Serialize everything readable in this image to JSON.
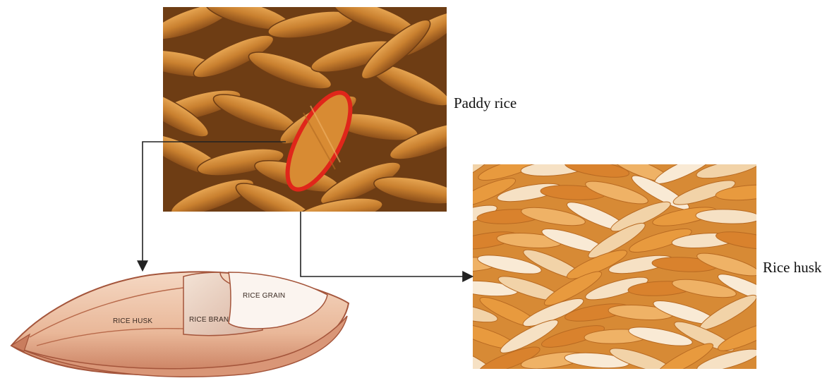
{
  "labels": {
    "paddy_rice": "Paddy rice",
    "rice_husk_photo": "Rice husk",
    "grain_husk": "RICE HUSK",
    "grain_bran": "RICE BRAN",
    "grain_grain": "RICE GRAIN"
  },
  "colors": {
    "paddy_grain": "#c9802f",
    "paddy_shadow": "#6e3d14",
    "husk_light": "#f0d2a6",
    "husk_orange": "#e59a3c",
    "highlight_ring": "#e0261a",
    "arrow": "#222222",
    "illustration_outline": "#a4553b"
  }
}
